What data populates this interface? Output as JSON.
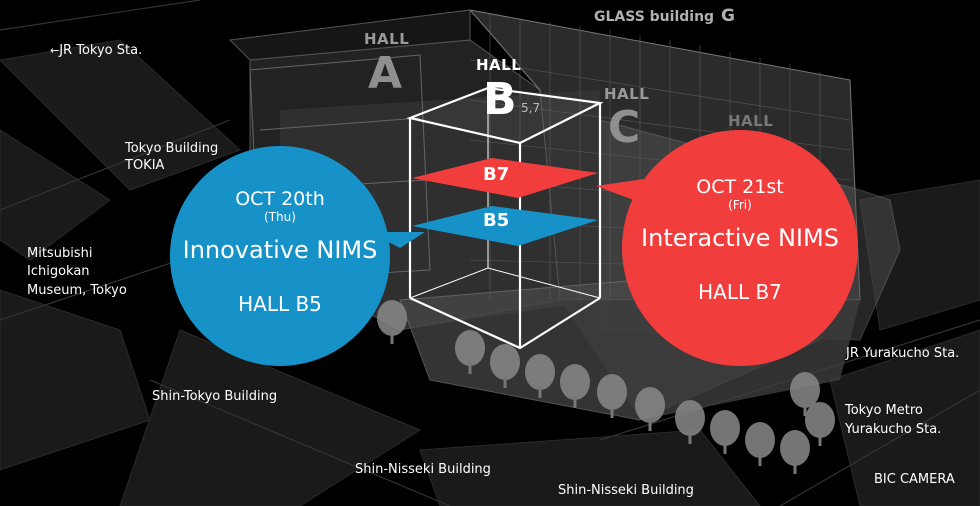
{
  "colors": {
    "blue": "#1692c9",
    "red": "#f23d3d",
    "background": "#000000"
  },
  "places": {
    "jr_tokyo": "JR Tokyo Sta.",
    "tokyo_building": "Tokyo Building",
    "tokia": "TOKIA",
    "mitsubishi_1": "Mitsubishi",
    "mitsubishi_2": "Ichigokan",
    "mitsubishi_3": "Museum, Tokyo",
    "shin_tokyo": "Shin-Tokyo Building",
    "shin_nisseki_1": "Shin-Nisseki Building",
    "shin_nisseki_2": "Shin-Nisseki Building",
    "jr_yurakucho": "JR Yurakucho Sta.",
    "metro_1": "Tokyo Metro",
    "metro_2": "Yurakucho Sta.",
    "bic_camera": "BIC CAMERA",
    "glass_building": "GLASS building",
    "glass_letter": "G"
  },
  "halls": {
    "a_word": "HALL",
    "a_letter": "A",
    "b_word": "HALL",
    "b_letter": "B",
    "b_sub": "5,7",
    "c_word": "HALL",
    "c_letter": "C",
    "d_word": "HALL"
  },
  "floors": {
    "b7": "B7",
    "b5": "B5"
  },
  "events": {
    "left": {
      "date": "OCT 20th",
      "day": "(Thu)",
      "name": "Innovative NIMS",
      "hall": "HALL B5"
    },
    "right": {
      "date": "OCT 21st",
      "day": "(Fri)",
      "name": "Interactive NIMS",
      "hall": "HALL B7"
    }
  }
}
